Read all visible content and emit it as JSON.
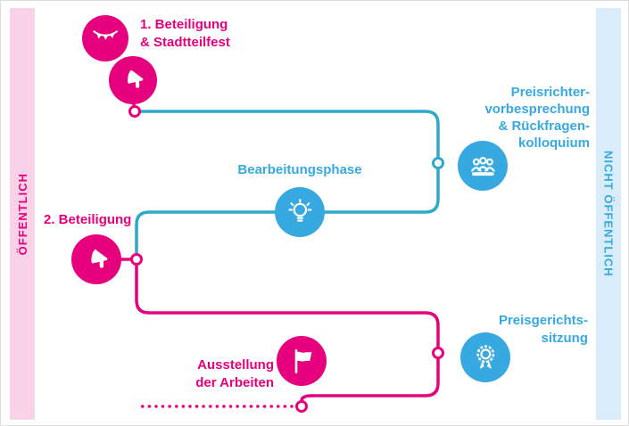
{
  "colors": {
    "pink": "#e6007e",
    "blue": "#36a9e1",
    "line_blue": "#2fa9c9",
    "band_pink_bg": "#f8d3e8",
    "band_blue_bg": "#d8edf9"
  },
  "bands": {
    "left_label": "ÖFFENTLICH",
    "right_label": "NICHT ÖFFENTLICH"
  },
  "milestones": {
    "beteiligung1": {
      "label": "1. Beteiligung\n& Stadtteilfest"
    },
    "preisrichter": {
      "label": "Preisrichter-\nvorbesprechung\n& Rückfragen-\nkolloquium"
    },
    "bearbeitungsphase": {
      "label": "Bearbeitungsphase"
    },
    "beteiligung2": {
      "label": "2. Beteiligung"
    },
    "preisgericht": {
      "label": "Preisgerichts-\nsitzung"
    },
    "ausstellung": {
      "label": "Ausstellung\nder Arbeiten"
    }
  }
}
